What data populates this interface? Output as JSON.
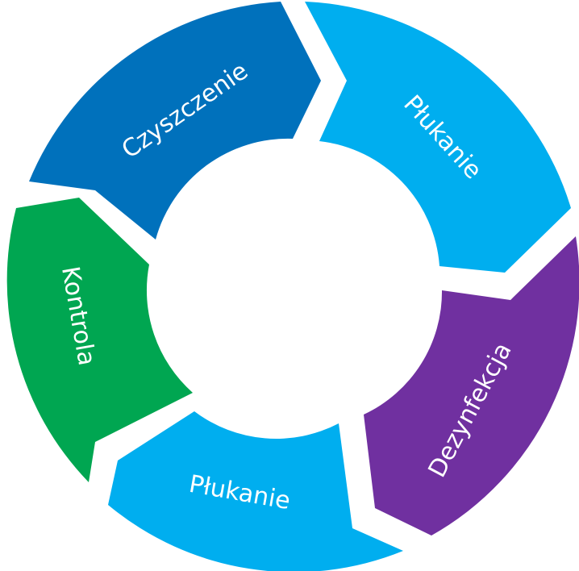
{
  "diagram": {
    "segments": [
      {
        "label": "Czyszczenie",
        "color": "#0071BC"
      },
      {
        "label": "Płukanie",
        "color": "#00AEEF"
      },
      {
        "label": "Dezynfekcja",
        "color": "#7030A0"
      },
      {
        "label": "Płukanie",
        "color": "#00AEEF"
      },
      {
        "label": "Kontrola",
        "color": "#00A651"
      }
    ]
  }
}
